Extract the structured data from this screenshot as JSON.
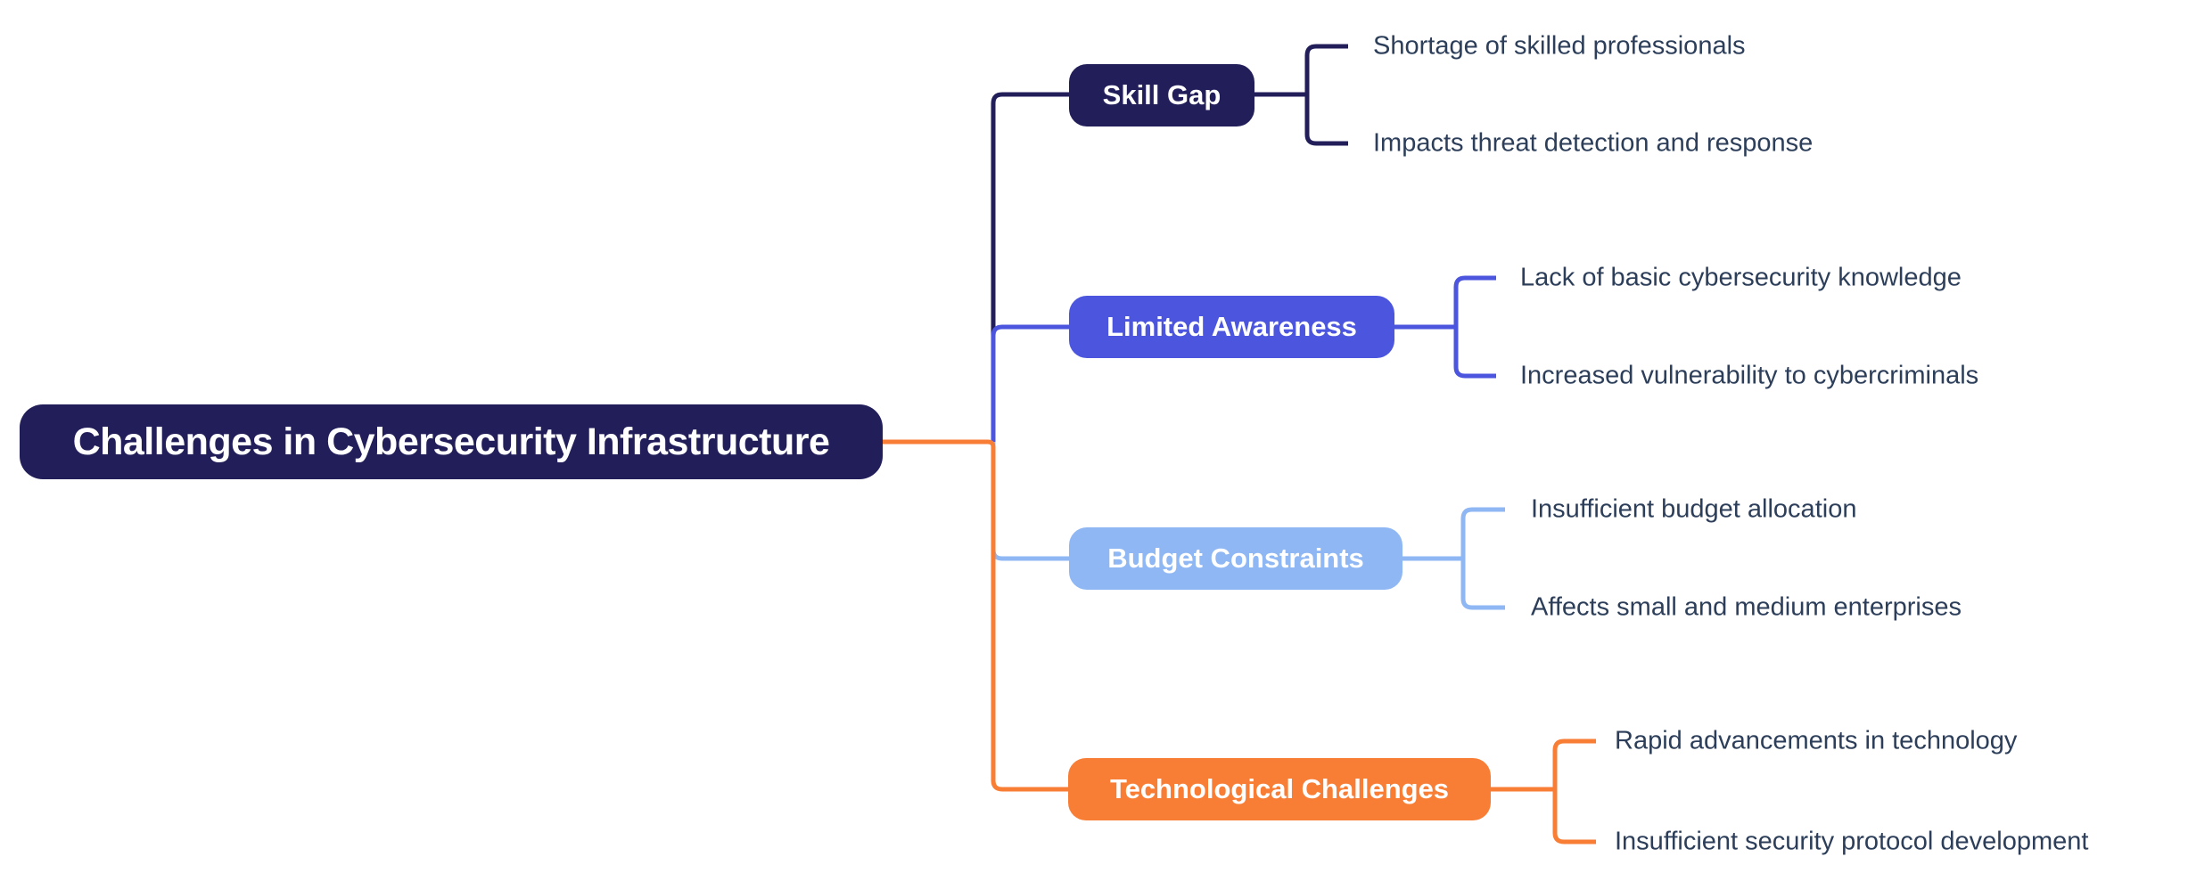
{
  "canvas": {
    "background": "#ffffff"
  },
  "root": {
    "label": "Challenges in Cybersecurity Infrastructure",
    "bg": "#221E5A",
    "text_color": "#FFFFFF"
  },
  "branches": [
    {
      "label": "Skill Gap",
      "color": "#221E5A",
      "text_color": "#FFFFFF",
      "children": [
        "Shortage of skilled professionals",
        "Impacts threat detection and response"
      ]
    },
    {
      "label": "Limited Awareness",
      "color": "#4B55DE",
      "text_color": "#FFFFFF",
      "children": [
        "Lack of basic cybersecurity knowledge",
        "Increased vulnerability to cybercriminals"
      ]
    },
    {
      "label": "Budget Constraints",
      "color": "#8EB7F4",
      "text_color": "#FFFFFF",
      "children": [
        "Insufficient budget allocation",
        "Affects small and medium enterprises"
      ]
    },
    {
      "label": "Technological Challenges",
      "color": "#F97E35",
      "text_color": "#FFFFFF",
      "children": [
        "Rapid advancements in technology",
        "Insufficient security protocol development"
      ]
    }
  ],
  "leaf_text_color": "#2C3E59",
  "trunk_color": "#F97E35"
}
